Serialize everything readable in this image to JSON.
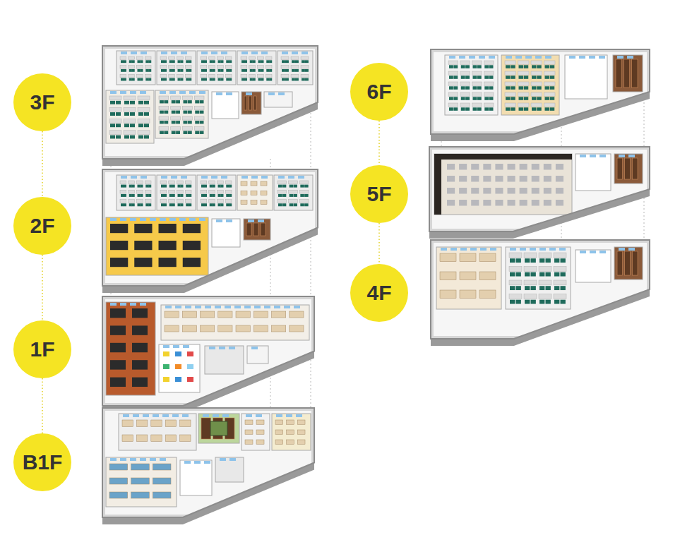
{
  "diagram": {
    "nodes": [
      {
        "text": [
          "3F"
        ]
      },
      {
        "text": [
          "2F"
        ]
      },
      {
        "text": [
          "1F"
        ]
      },
      {
        "text": [
          "B1F"
        ]
      },
      {
        "text": [
          "6F"
        ]
      },
      {
        "text": [
          "5F"
        ]
      },
      {
        "text": [
          "4F"
        ]
      }
    ],
    "edges": [
      {
        "from": 0,
        "to": 1,
        "arrow": "none"
      },
      {
        "from": 1,
        "to": 2,
        "arrow": "none"
      },
      {
        "from": 2,
        "to": 3,
        "arrow": "none"
      },
      {
        "from": 4,
        "to": 5,
        "arrow": "none"
      },
      {
        "from": 5,
        "to": 6,
        "arrow": "none"
      }
    ]
  }
}
